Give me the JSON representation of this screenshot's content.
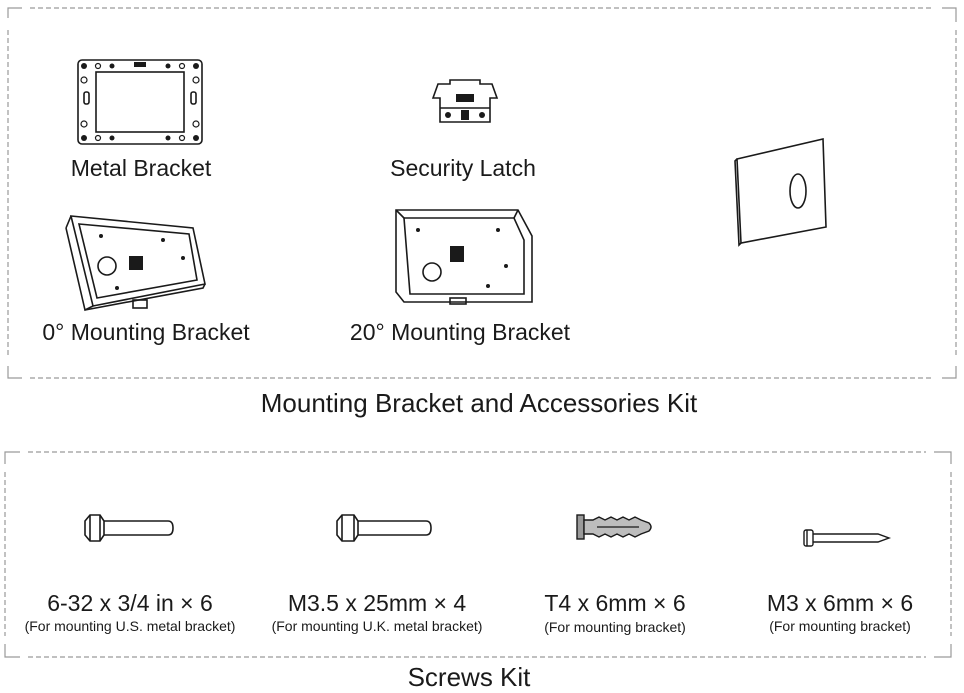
{
  "accessories": {
    "title": "Mounting Bracket and Accessories Kit",
    "items": [
      {
        "name": "Metal Bracket"
      },
      {
        "name": "Security Latch"
      },
      {
        "name": "0° Mounting Bracket"
      },
      {
        "name": "20° Mounting Bracket"
      }
    ]
  },
  "screws": {
    "title": "Screws Kit",
    "items": [
      {
        "spec": "6-32 x 3/4 in × 6",
        "note": "(For mounting U.S. metal bracket)"
      },
      {
        "spec": "M3.5 x 25mm × 4",
        "note": "(For mounting U.K. metal bracket)"
      },
      {
        "spec": "T4 x 6mm × 6",
        "note": "(For mounting bracket)"
      },
      {
        "spec": "M3 x 6mm × 6",
        "note": "(For mounting bracket)"
      }
    ]
  }
}
